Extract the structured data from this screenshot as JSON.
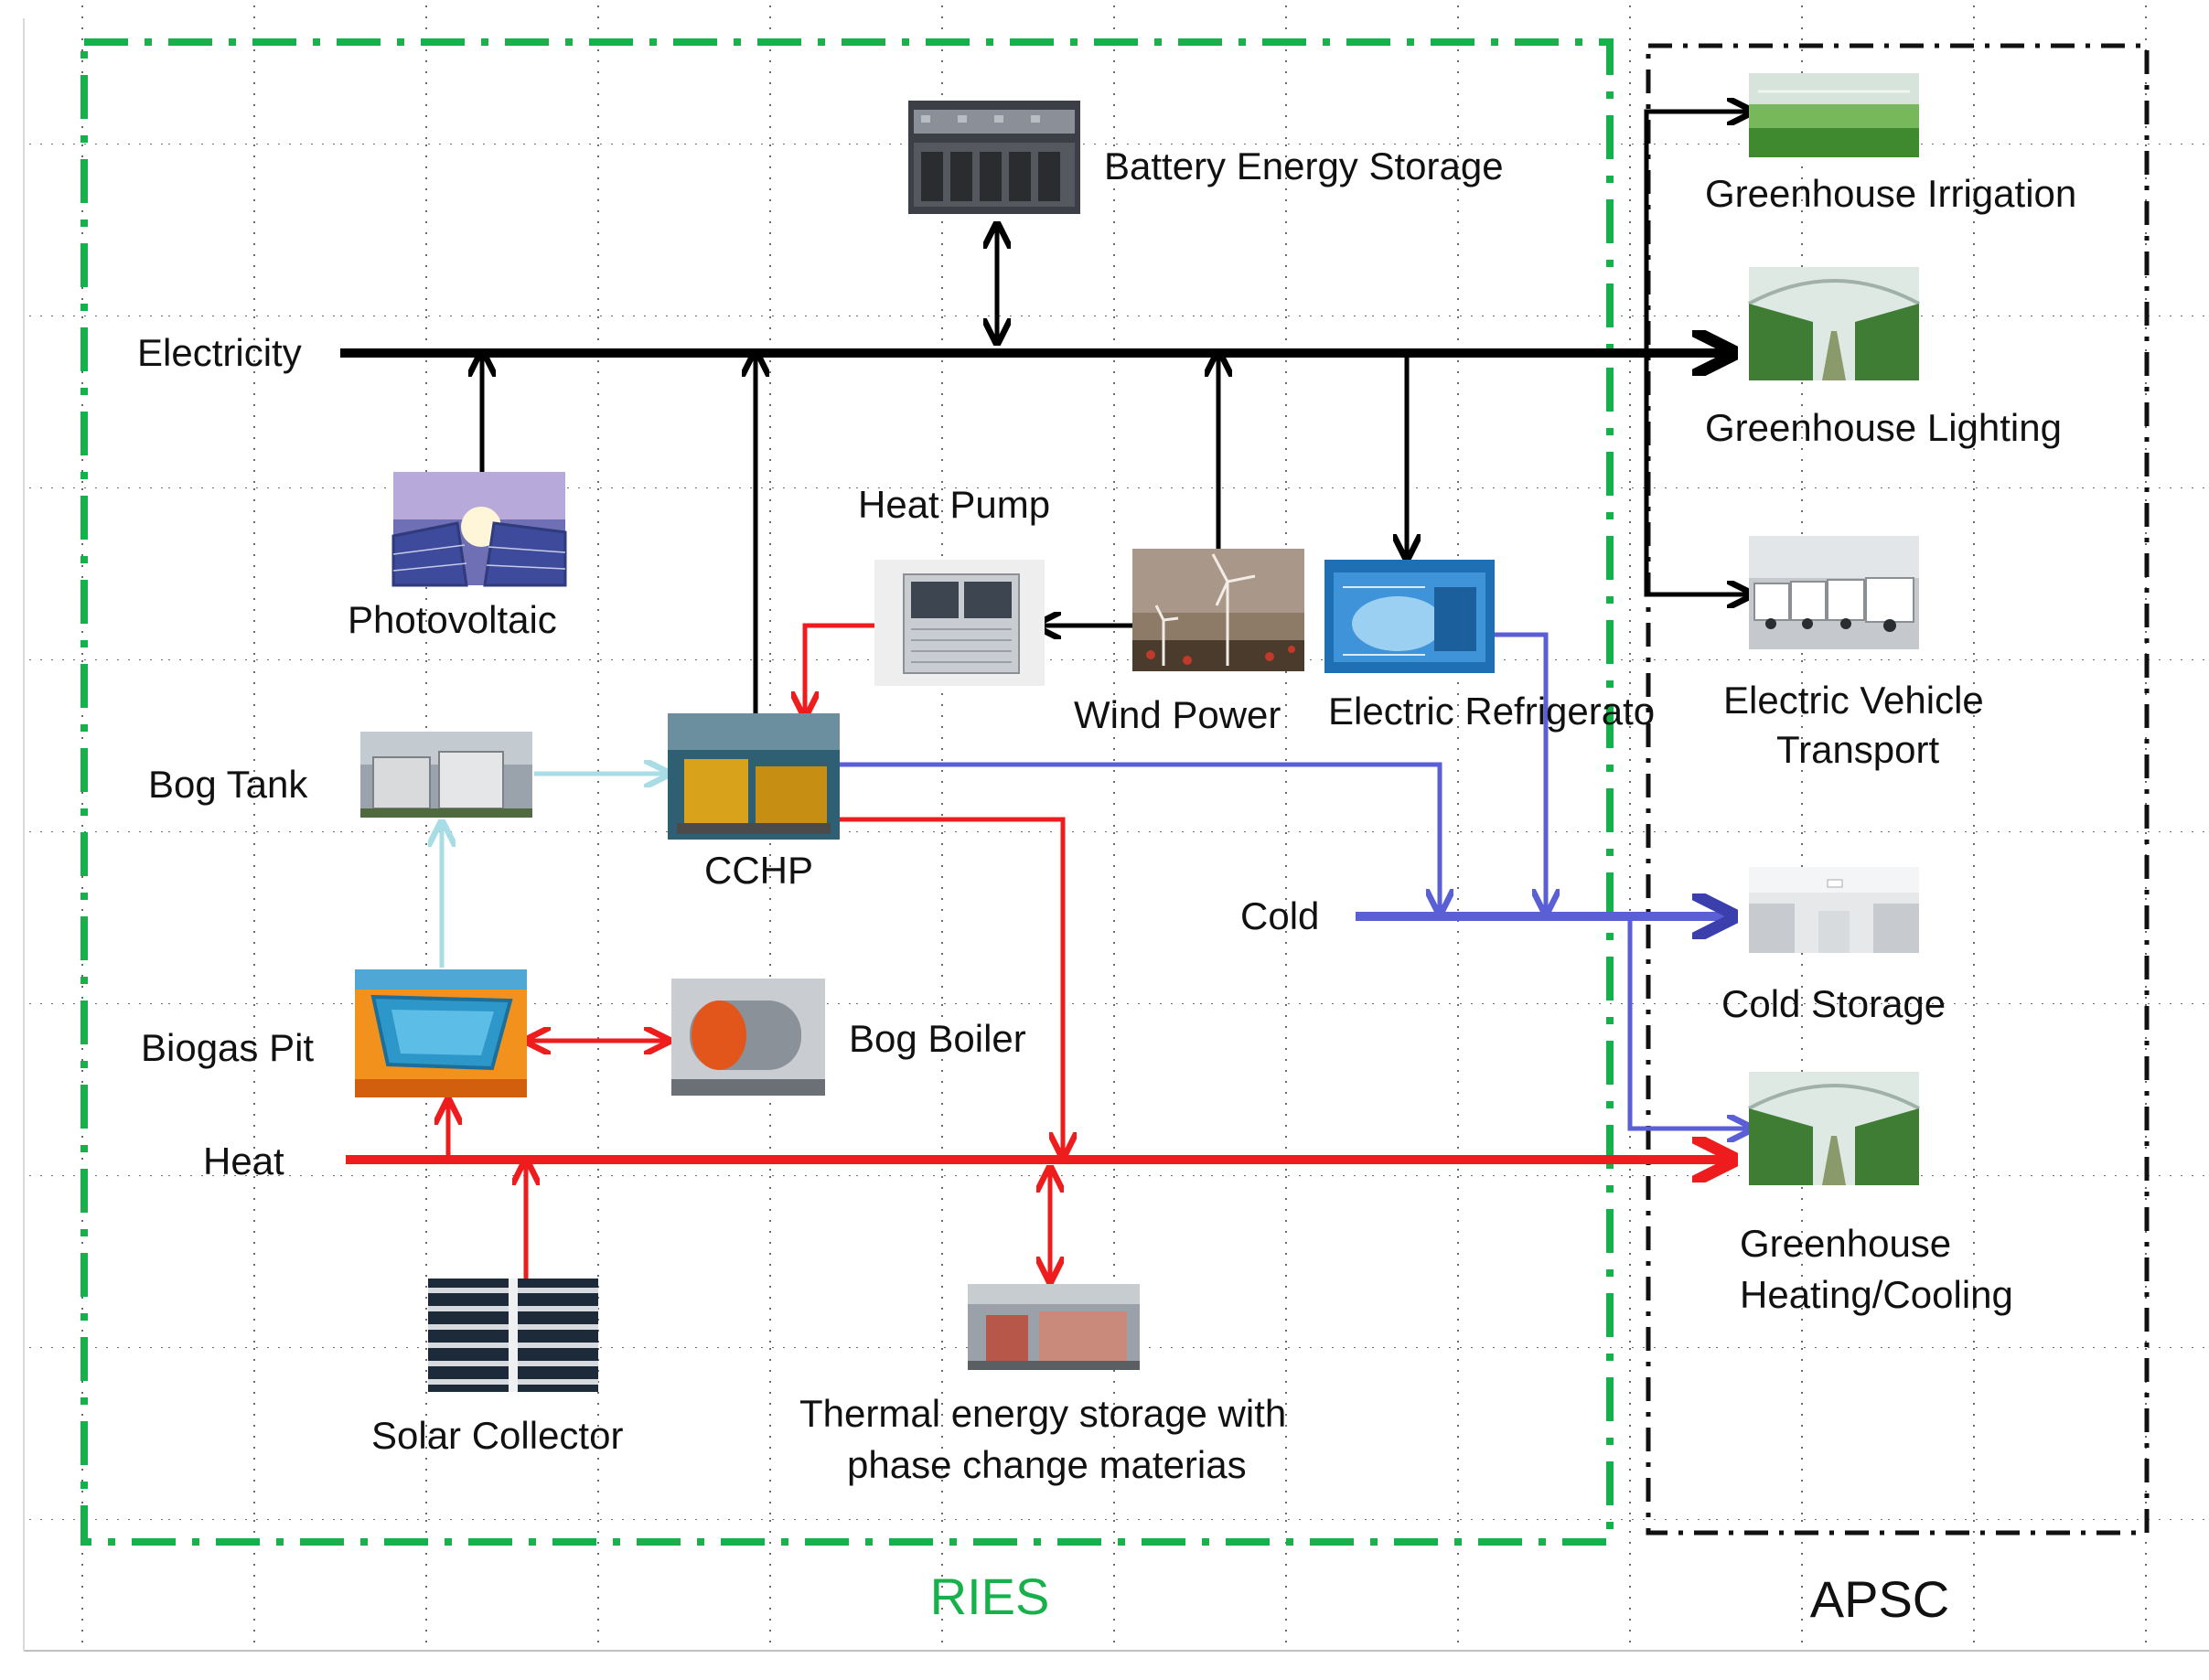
{
  "regions": {
    "ries": {
      "label": "RIES",
      "color": "#16b14a"
    },
    "apsc": {
      "label": "APSC",
      "color": "#111111"
    }
  },
  "buses": {
    "electricity": {
      "label": "Electricity",
      "color": "#000000"
    },
    "heat": {
      "label": "Heat",
      "color": "#ee1c1c"
    },
    "cold": {
      "label": "Cold",
      "color": "#5b5fd6"
    }
  },
  "components": {
    "battery": {
      "label": "Battery Energy Storage",
      "icon": "battery-rack-icon"
    },
    "photovoltaic": {
      "label": "Photovoltaic",
      "icon": "solar-panel-icon"
    },
    "heat_pump": {
      "label": "Heat Pump",
      "icon": "heat-pump-unit-icon"
    },
    "wind": {
      "label": "Wind Power",
      "icon": "wind-turbine-icon"
    },
    "refrigerator": {
      "label": "Electric Refrigerato",
      "icon": "chiller-icon"
    },
    "bog_tank": {
      "label": "Bog Tank",
      "icon": "gas-tank-icon"
    },
    "cchp": {
      "label": "CCHP",
      "icon": "cchp-generator-icon"
    },
    "biogas_pit": {
      "label": "Biogas Pit",
      "icon": "biogas-pit-icon"
    },
    "bog_boiler": {
      "label": "Bog Boiler",
      "icon": "boiler-icon"
    },
    "solar_collector": {
      "label": "Solar Collector",
      "icon": "solar-collector-icon"
    },
    "thermal_storage": {
      "label_line1": "Thermal energy storage with",
      "label_line2": "phase change materias",
      "icon": "thermal-storage-icon"
    }
  },
  "loads": {
    "irrigation": {
      "label": "Greenhouse Irrigation",
      "icon": "irrigation-icon"
    },
    "lighting": {
      "label": "Greenhouse Lighting",
      "icon": "greenhouse-icon"
    },
    "ev": {
      "label_line1": "Electric Vehicle",
      "label_line2": "Transport",
      "icon": "vans-icon"
    },
    "cold_storage": {
      "label": "Cold Storage",
      "icon": "cold-room-icon"
    },
    "heating": {
      "label_line1": "Greenhouse",
      "label_line2": "Heating/Cooling",
      "icon": "greenhouse-icon"
    }
  },
  "flow_colors": {
    "biogas": "#a9dde6"
  }
}
